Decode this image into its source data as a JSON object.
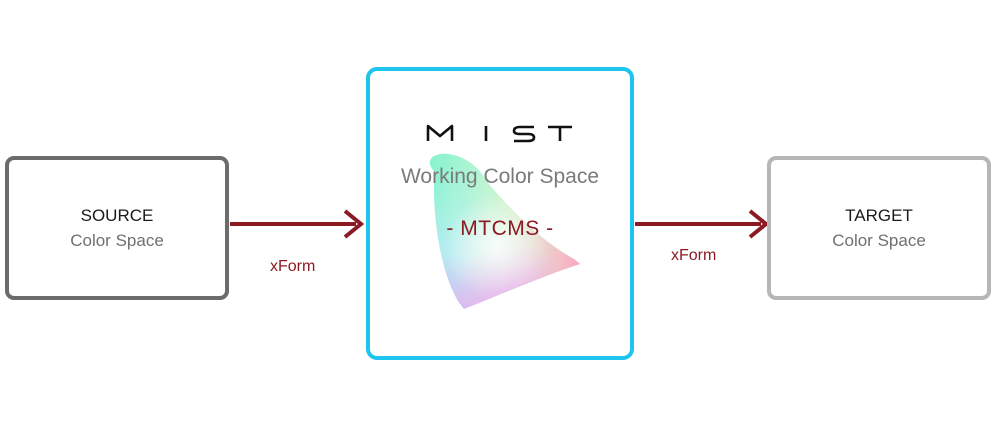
{
  "source": {
    "title": "SOURCE",
    "subtitle": "Color Space"
  },
  "working": {
    "logo_text": "MIST",
    "title": "Working Color Space",
    "model": "- MTCMS -"
  },
  "target": {
    "title": "TARGET",
    "subtitle": "Color Space"
  },
  "transforms": {
    "left_label": "xForm",
    "right_label": "xForm"
  },
  "colors": {
    "source_border": "#6c6c6c",
    "working_border": "#1cc4ee",
    "target_border": "#b6b6b6",
    "arrow": "#8b1a22",
    "model_text": "#8b1a22"
  },
  "icons": {
    "gamut": "cie-chromaticity-gamut-icon",
    "logo": "mist-logo"
  }
}
